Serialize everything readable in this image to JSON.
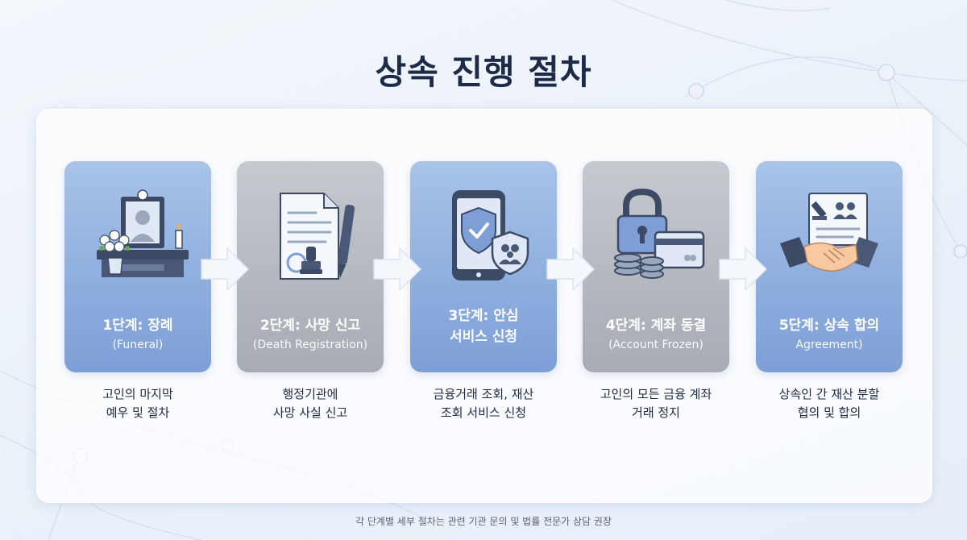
{
  "title": "상속 진행 절차",
  "steps": [
    {
      "label": "1단계: 장례",
      "label2": "",
      "sub": "(Funeral)",
      "desc1": "고인의 마지막",
      "desc2": "예우 및 절차",
      "tone": "blue",
      "icon": "memorial-altar-icon"
    },
    {
      "label": "2단계: 사망 신고",
      "label2": "",
      "sub": "(Death Registration)",
      "desc1": "행정기관에",
      "desc2": "사망 사실 신고",
      "tone": "gray",
      "icon": "document-stamp-icon"
    },
    {
      "label": "3단계: 안심",
      "label2": "서비스 신청",
      "sub": "",
      "desc1": "금융거래 조회, 재산",
      "desc2": "조회 서비스 신청",
      "tone": "blue",
      "icon": "phone-shield-icon"
    },
    {
      "label": "4단계: 계좌 동결",
      "label2": "",
      "sub": "(Account Frozen)",
      "desc1": "고인의 모든 금융 계좌",
      "desc2": "거래 정지",
      "tone": "gray",
      "icon": "lock-card-coins-icon"
    },
    {
      "label": "5단계: 상속 합의",
      "label2": "",
      "sub": "Agreement)",
      "desc1": "상속인 간 재산 분할",
      "desc2": "협의 및 합의",
      "tone": "blue",
      "icon": "handshake-document-icon"
    }
  ],
  "footnote": "각 단계별 세부 절차는 관련 기관 문의 및 법률 전문가 상담 권장",
  "colors": {
    "card_blue": "#8fafdf",
    "card_gray": "#b4b8bf",
    "title": "#1d2b48"
  }
}
